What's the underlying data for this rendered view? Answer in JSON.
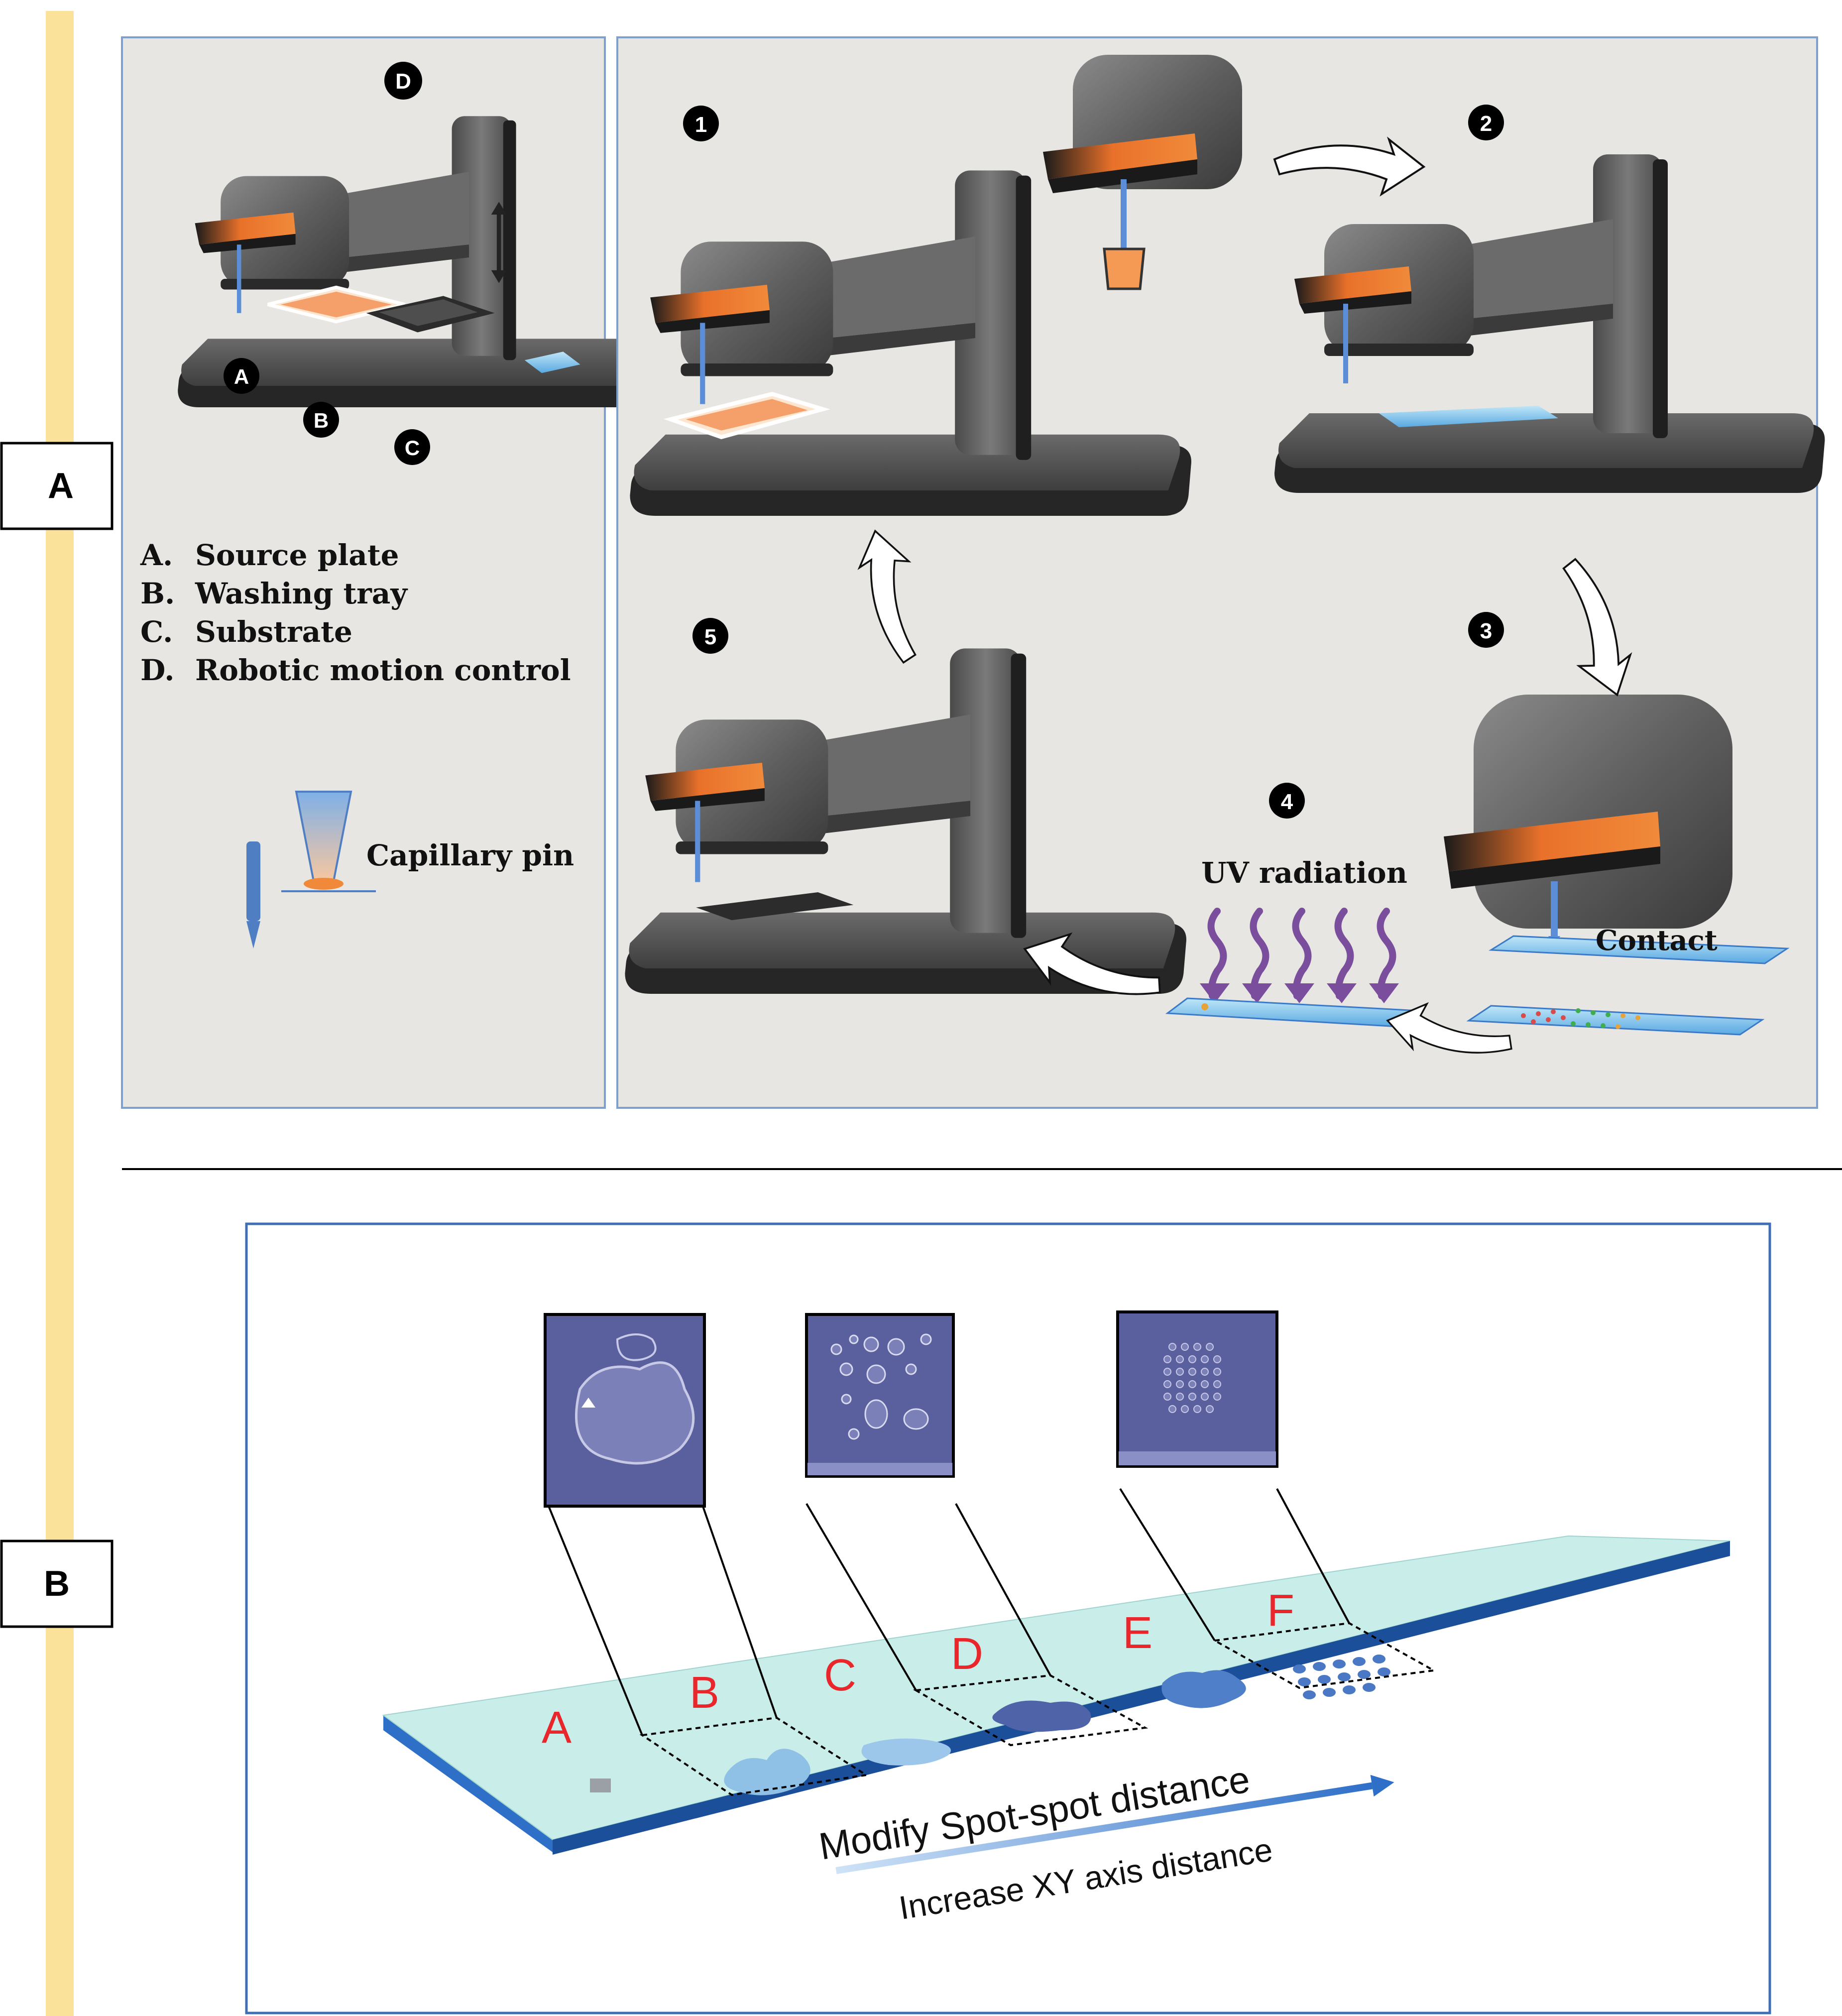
{
  "panel_labels": {
    "a": "A",
    "b": "B"
  },
  "legend": {
    "items": [
      {
        "letter": "A.",
        "text": "Source plate"
      },
      {
        "letter": "B.",
        "text": "Washing tray"
      },
      {
        "letter": "C.",
        "text": "Substrate"
      },
      {
        "letter": "D.",
        "text": "Robotic motion control"
      }
    ],
    "capillary_label": "Capillary pin"
  },
  "robot_markers": {
    "a": "A",
    "b": "B",
    "c": "C",
    "d": "D"
  },
  "steps": [
    "1",
    "2",
    "3",
    "4",
    "5"
  ],
  "process_labels": {
    "uv": "UV radiation",
    "contact": "Contact"
  },
  "panel_b": {
    "slide_letters": [
      "A",
      "B",
      "C",
      "D",
      "E",
      "F"
    ],
    "arrow_main": "Modify Spot-spot distance",
    "arrow_sub": "Increase XY axis distance"
  },
  "colors": {
    "side_bar": "#fbe29a",
    "panel_bg": "#e7e6e2",
    "panel_border": "#7f9fcc",
    "machine": "#5c5c5c",
    "orange": "#f0782a",
    "pin": "#5b8ed6",
    "uv_arrows": "#7a4e9c",
    "slide_top": "#c9eeea",
    "slide_edge": "#2f6fc4",
    "slide_letters": "#e8262b",
    "photo": "#5a5f9e"
  }
}
